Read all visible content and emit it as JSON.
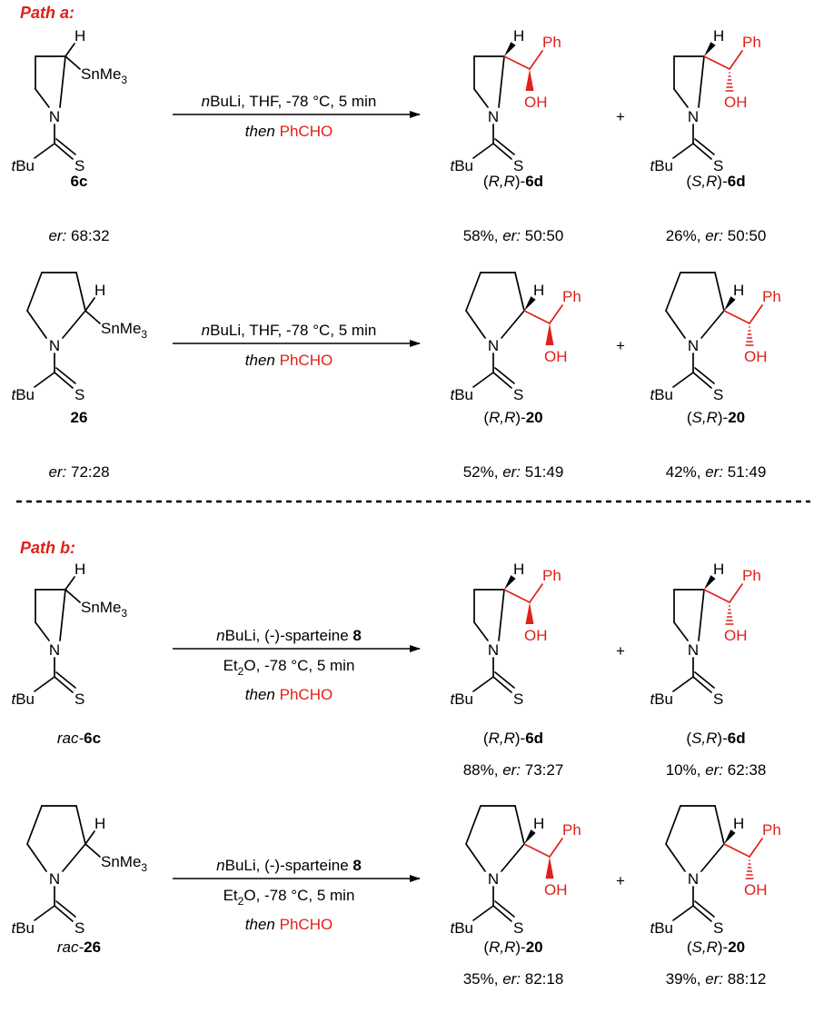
{
  "path_a_label": "Path a:",
  "path_b_label": "Path b:",
  "atoms": {
    "H": "H",
    "N": "N",
    "S": "S",
    "SnMe": "SnMe",
    "three": "3",
    "tBu_t": "t",
    "tBu_Bu": "Bu",
    "Ph": "Ph",
    "OH": "OH"
  },
  "plus": "+",
  "rows": [
    {
      "ring": "azetidine",
      "reactant_id": "6c",
      "reactant_prefix": "",
      "reactant_er_label": "er:",
      "reactant_er": " 68:32",
      "reagent": {
        "b1_it": "n",
        "b1_txt": "BuLi, THF, -78 °C, 5 min",
        "b1_bold": "",
        "sub": "",
        "b2_tail": "",
        "then": "then",
        "phcho": "PhCHO"
      },
      "p1": {
        "config": "(R,R)-",
        "id": "6d",
        "yield": "58%, ",
        "er_label": "er:",
        "er": " 50:50"
      },
      "p2": {
        "config": "(S,R)-",
        "id": "6d",
        "yield": "26%, ",
        "er_label": "er:",
        "er": " 50:50"
      }
    },
    {
      "ring": "pyrrolidine",
      "reactant_id": "26",
      "reactant_prefix": "",
      "reactant_er_label": "er:",
      "reactant_er": " 72:28",
      "reagent": {
        "b1_it": "n",
        "b1_txt": "BuLi, THF, -78 °C, 5 min",
        "b1_bold": "",
        "sub": "",
        "b2_tail": "",
        "then": "then",
        "phcho": "PhCHO"
      },
      "p1": {
        "config": "(R,R)-",
        "id": "20",
        "yield": "52%, ",
        "er_label": "er:",
        "er": " 51:49"
      },
      "p2": {
        "config": "(S,R)-",
        "id": "20",
        "yield": "42%, ",
        "er_label": "er:",
        "er": " 51:49"
      }
    },
    {
      "ring": "azetidine",
      "reactant_id": "6c",
      "reactant_prefix": "rac-",
      "reactant_er_label": "",
      "reactant_er": "",
      "reagent": {
        "b1_it": "n",
        "b1_txt": "BuLi, (-)-sparteine ",
        "b1_bold": "8",
        "l2a": "Et",
        "sub": "2",
        "b2_tail": "O, -78 °C, 5 min",
        "then": "then",
        "phcho": "PhCHO"
      },
      "p1": {
        "config": "(R,R)-",
        "id": "6d",
        "yield": "88%, ",
        "er_label": "er:",
        "er": " 73:27"
      },
      "p2": {
        "config": "(S,R)-",
        "id": "6d",
        "yield": "10%, ",
        "er_label": "er:",
        "er": " 62:38"
      }
    },
    {
      "ring": "pyrrolidine",
      "reactant_id": "26",
      "reactant_prefix": "rac-",
      "reactant_er_label": "",
      "reactant_er": "",
      "reagent": {
        "b1_it": "n",
        "b1_txt": "BuLi, (-)-sparteine ",
        "b1_bold": "8",
        "l2a": "Et",
        "sub": "2",
        "b2_tail": "O, -78 °C, 5 min",
        "then": "then",
        "phcho": "PhCHO"
      },
      "p1": {
        "config": "(R,R)-",
        "id": "20",
        "yield": "35%, ",
        "er_label": "er:",
        "er": " 82:18"
      },
      "p2": {
        "config": "(S,R)-",
        "id": "20",
        "yield": "39%, ",
        "er_label": "er:",
        "er": " 88:12"
      }
    }
  ]
}
